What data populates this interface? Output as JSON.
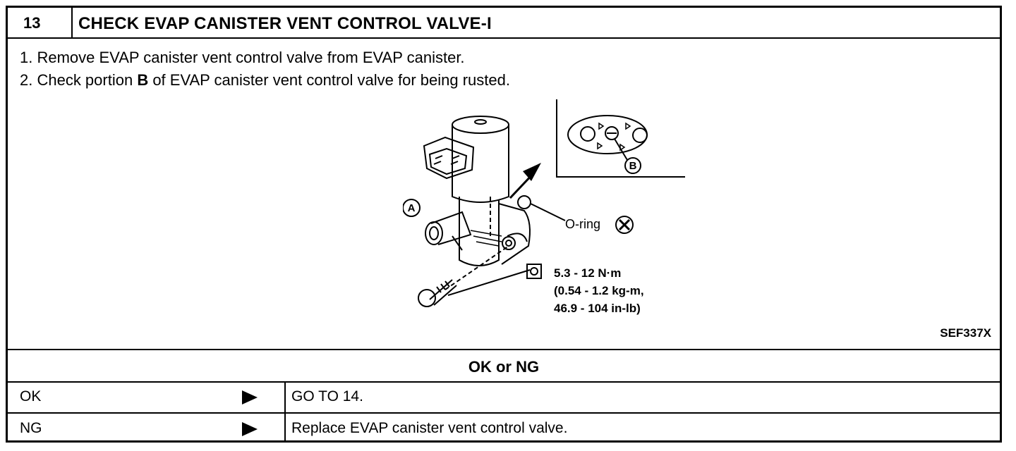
{
  "header": {
    "step_number": "13",
    "title": "CHECK EVAP CANISTER VENT CONTROL VALVE-I"
  },
  "instructions": [
    {
      "prefix": "1.  Remove EVAP canister vent control valve from EVAP canister.",
      "bold": "",
      "suffix": ""
    },
    {
      "prefix": "2.  Check portion ",
      "bold": "B",
      "suffix": " of EVAP canister vent control valve for being rusted."
    }
  ],
  "figure": {
    "label_a": "A",
    "label_b": "B",
    "oring_label": "O-ring",
    "torque_lines": [
      "5.3  -  12  N·m",
      "(0.54  -  1.2  kg-m,",
      "46.9  -  104  in-lb)"
    ],
    "figure_id": "SEF337X"
  },
  "result_prompt": "OK or NG",
  "results": [
    {
      "condition": "OK",
      "action": "GO TO 14."
    },
    {
      "condition": "NG",
      "action": "Replace EVAP canister vent control valve."
    }
  ]
}
